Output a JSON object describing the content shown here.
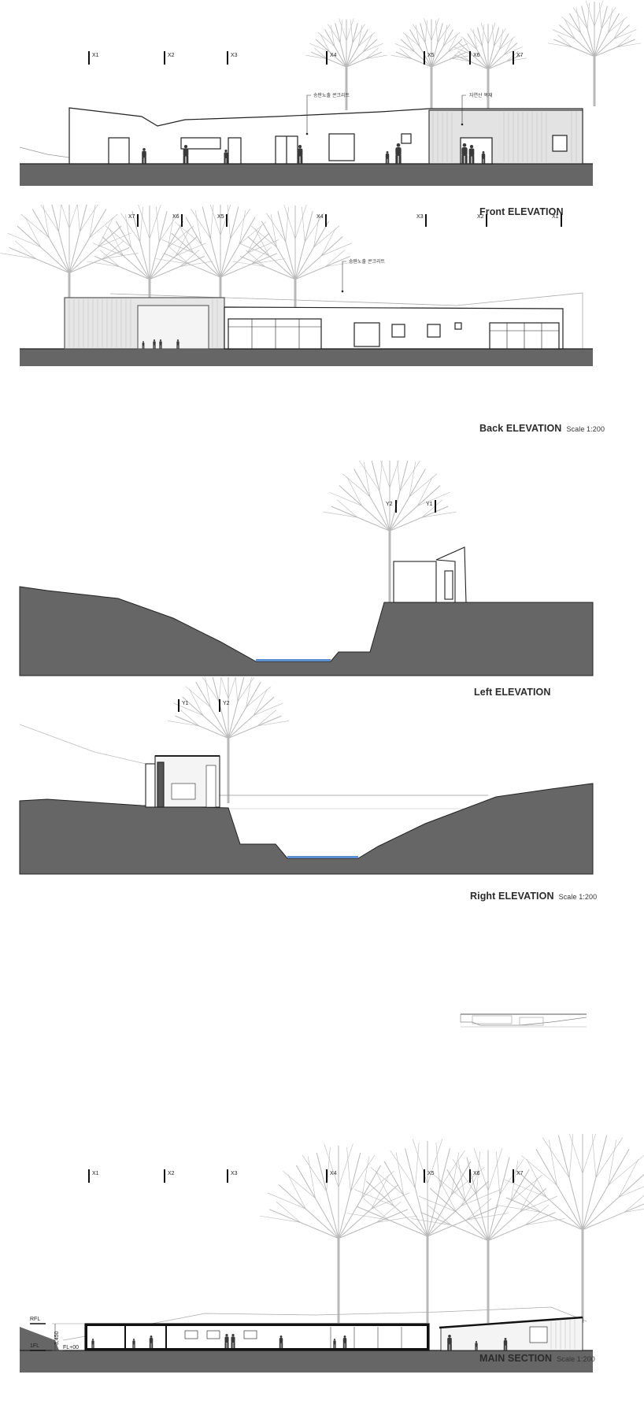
{
  "drawings": {
    "front_elevation": {
      "title": "Front ELEVATION",
      "scale": "",
      "axes": [
        "X1",
        "X2",
        "X3",
        "X4",
        "X5",
        "X6",
        "X7"
      ],
      "notes": [
        "송판노출 콘크리트",
        "자연산 목재"
      ]
    },
    "back_elevation": {
      "title": "Back ELEVATION",
      "scale": "Scale 1:200",
      "axes": [
        "X7",
        "X6",
        "X5",
        "X4",
        "X3",
        "X2",
        "X1"
      ],
      "notes": [
        "송판노출 콘크리트"
      ]
    },
    "left_elevation": {
      "title": "Left  ELEVATION",
      "scale": "",
      "axes": [
        "Y2",
        "Y1"
      ]
    },
    "right_elevation": {
      "title": "Right ELEVATION",
      "scale": "Scale 1:200",
      "axes": [
        "Y1",
        "Y2"
      ]
    },
    "main_section": {
      "title": "MAIN SECTION",
      "scale": "Scale 1:200",
      "axes": [
        "X1",
        "X2",
        "X3",
        "X4",
        "X5",
        "X6",
        "X7"
      ],
      "levels": [
        "RFL",
        "1FL"
      ],
      "dimension": "3,450",
      "level_value": "FL+00"
    }
  },
  "colors": {
    "ground": "#666666",
    "water": "#5b8fd1",
    "tree": "#b8b8b8",
    "line": "#222222",
    "figure": "#3a3a3a"
  }
}
